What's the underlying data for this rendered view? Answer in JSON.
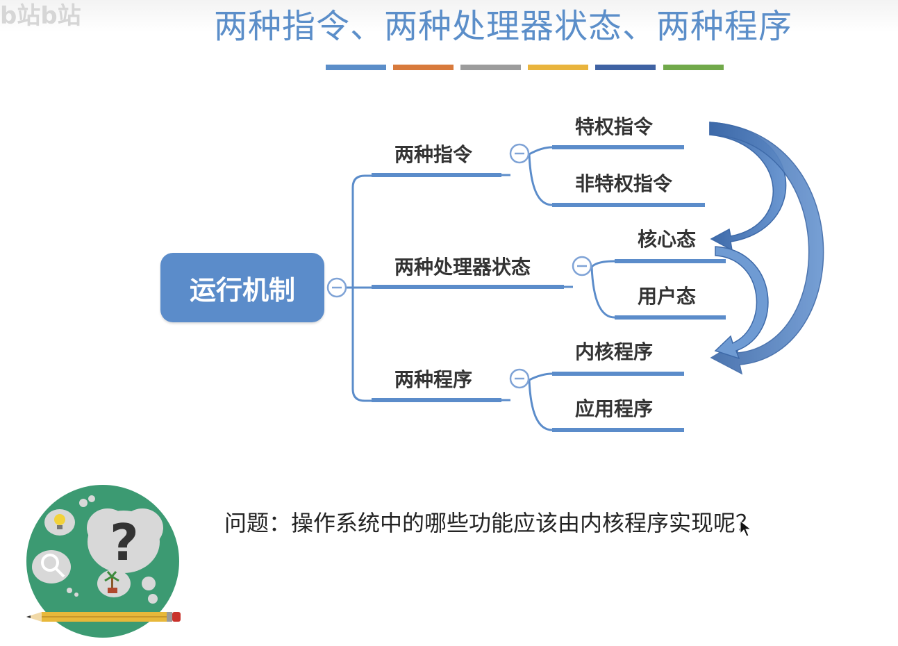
{
  "title": "两种指令、两种处理器状态、两种程序",
  "watermark": "b站b站",
  "stripes": [
    "#5b8ec9",
    "#d87a3c",
    "#9c9c9c",
    "#e9b43d",
    "#3f62a3",
    "#71a94a"
  ],
  "mindmap": {
    "root": "运行机制",
    "branches": [
      {
        "label": "两种指令",
        "children": [
          "特权指令",
          "非特权指令"
        ]
      },
      {
        "label": "两种处理器状态",
        "children": [
          "核心态",
          "用户态"
        ]
      },
      {
        "label": "两种程序",
        "children": [
          "内核程序",
          "应用程序"
        ]
      }
    ],
    "colors": {
      "line": "#5b8cca",
      "collapse": "#7fa3d6",
      "arrow": "#4a78b8"
    }
  },
  "question": "问题：操作系统中的哪些功能应该由内核程序实现呢？",
  "illustration": {
    "circle_color": "#3c9a72",
    "pencil_color": "#e8b83a",
    "icons": [
      "lightbulb-icon",
      "question-mark-icon",
      "magnifier-icon",
      "palm-tree-icon"
    ]
  }
}
